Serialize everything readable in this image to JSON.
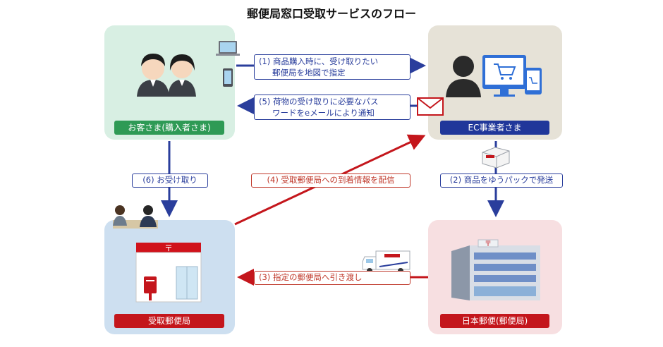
{
  "title": "郵便局窓口受取サービスのフロー",
  "nodes": {
    "customer": "お客さま(購入者さま)",
    "ec": "EC事業者さま",
    "pickup_office": "受取郵便局",
    "japan_post": "日本郵便(郵便局)"
  },
  "steps": {
    "s1_line1": "(1) 商品購入時に、受け取りたい",
    "s1_line2": "郵便局を地図で指定",
    "s5_line1": "(5) 荷物の受け取りに必要なパス",
    "s5_line2": "ワードをeメールにより通知",
    "s6": "(6) お受け取り",
    "s4": "(4) 受取郵便局への到着情報を配信",
    "s2": "(2) 商品をゆうパックで発送",
    "s3": "(3) 指定の郵便局へ引き渡し"
  },
  "icons": {
    "customer": "two-people-icon",
    "devices": "laptop-and-phone-icon",
    "ec": "merchant-with-shopping-cart-screens-icon",
    "email": "envelope-icon",
    "parcel": "yu-pack-box-icon",
    "truck": "delivery-truck-icon",
    "counter": "post-office-counter-clerk-icon",
    "office": "post-office-storefront-icon",
    "building": "post-office-building-icon"
  },
  "colors": {
    "blue": "#2a3e9c",
    "red": "#c4161c",
    "green": "#2e9a55",
    "navy": "#20379a"
  }
}
